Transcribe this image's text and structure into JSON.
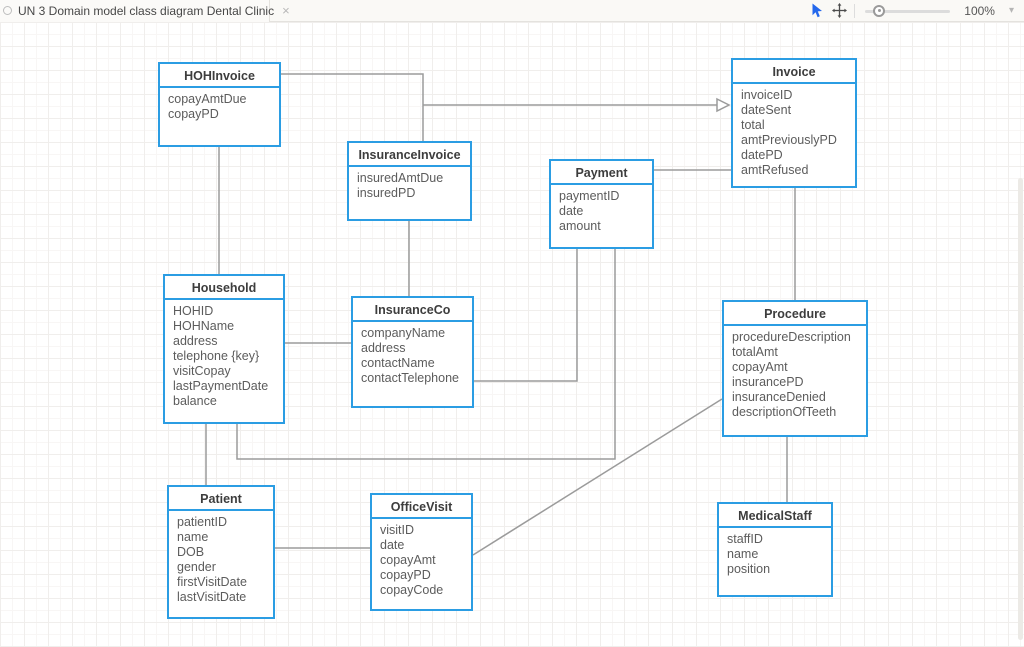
{
  "tab_bar": {
    "title": "UN 3 Domain model class diagram Dental Clinic",
    "close_label": "×",
    "zoom_level": "100%",
    "chevron_label": "▾"
  },
  "toolbar_icons": [
    "select-cursor-icon",
    "pan-tool-icon",
    "zoom-slider"
  ],
  "colors": {
    "shape_border": "#2b9de3",
    "connector": "#9b9b9b",
    "title_text": "#3d3d3d",
    "attribute_text": "#5c5c5c",
    "cursor_icon": "#2468ec"
  },
  "classes": [
    {
      "id": "hohinvoice",
      "name": "HOHInvoice",
      "attributes": [
        "copayAmtDue",
        "copayPD"
      ]
    },
    {
      "id": "invoice",
      "name": "Invoice",
      "attributes": [
        "invoiceID",
        "dateSent",
        "total",
        "amtPreviouslyPD",
        "datePD",
        "amtRefused"
      ]
    },
    {
      "id": "insuranceinvoice",
      "name": "InsuranceInvoice",
      "attributes": [
        "insuredAmtDue",
        "insuredPD"
      ]
    },
    {
      "id": "payment",
      "name": "Payment",
      "attributes": [
        "paymentID",
        "date",
        "amount"
      ]
    },
    {
      "id": "household",
      "name": "Household",
      "attributes": [
        "HOHID",
        "HOHName",
        "address",
        "telephone {key}",
        "visitCopay",
        "lastPaymentDate",
        "balance"
      ]
    },
    {
      "id": "insuranceco",
      "name": "InsuranceCo",
      "attributes": [
        "companyName",
        "address",
        "contactName",
        "contactTelephone"
      ]
    },
    {
      "id": "procedure",
      "name": "Procedure",
      "attributes": [
        "procedureDescription",
        "totalAmt",
        "copayAmt",
        "insurancePD",
        "insuranceDenied",
        "descriptionOfTeeth"
      ]
    },
    {
      "id": "patient",
      "name": "Patient",
      "attributes": [
        "patientID",
        "name",
        "DOB",
        "gender",
        "firstVisitDate",
        "lastVisitDate"
      ]
    },
    {
      "id": "officevisit",
      "name": "OfficeVisit",
      "attributes": [
        "visitID",
        "date",
        "copayAmt",
        "copayPD",
        "copayCode"
      ]
    },
    {
      "id": "medicalstaff",
      "name": "MedicalStaff",
      "attributes": [
        "staffID",
        "name",
        "position"
      ]
    }
  ],
  "relationships": [
    {
      "from": "HOHInvoice",
      "to": "Invoice",
      "type": "generalization"
    },
    {
      "from": "InsuranceInvoice",
      "to": "Invoice",
      "type": "generalization"
    },
    {
      "from": "HOHInvoice",
      "to": "Household",
      "type": "association"
    },
    {
      "from": "InsuranceInvoice",
      "to": "InsuranceCo",
      "type": "association"
    },
    {
      "from": "Household",
      "to": "InsuranceCo",
      "type": "association"
    },
    {
      "from": "InsuranceCo",
      "to": "Payment",
      "type": "association"
    },
    {
      "from": "Household",
      "to": "Payment",
      "type": "association"
    },
    {
      "from": "Household",
      "to": "Patient",
      "type": "association"
    },
    {
      "from": "Payment",
      "to": "Invoice",
      "type": "association"
    },
    {
      "from": "Invoice",
      "to": "Procedure",
      "type": "association"
    },
    {
      "from": "Patient",
      "to": "OfficeVisit",
      "type": "association"
    },
    {
      "from": "OfficeVisit",
      "to": "Procedure",
      "type": "association"
    },
    {
      "from": "Procedure",
      "to": "MedicalStaff",
      "type": "association"
    }
  ]
}
